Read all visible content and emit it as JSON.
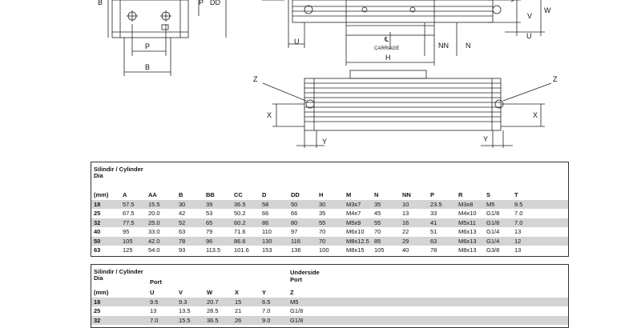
{
  "drawing": {
    "labels": {
      "B": "B",
      "P": "P",
      "DD": "DD",
      "W": "W",
      "V": "V",
      "U": "U",
      "NN": "NN",
      "N": "N",
      "H": "H",
      "Z": "Z",
      "X": "X",
      "Y": "Y",
      "carriage": "CARRIAGE",
      "centerline": "℄"
    }
  },
  "table1": {
    "title_line1": "Silindir / Cylinder",
    "title_line2": "Dia",
    "unit": "(mm)",
    "columns": [
      "A",
      "AA",
      "B",
      "BB",
      "CC",
      "D",
      "DD",
      "H",
      "M",
      "N",
      "NN",
      "P",
      "R",
      "S",
      "T"
    ],
    "rows": [
      {
        "dia": "18",
        "values": [
          "57.5",
          "15.5",
          "30",
          "39",
          "36.5",
          "58",
          "50",
          "30",
          "M3x7",
          "35",
          "10",
          "23.5",
          "M3x8",
          "M5",
          "9.5"
        ]
      },
      {
        "dia": "25",
        "values": [
          "67.5",
          "20.0",
          "42",
          "53",
          "50.2",
          "66",
          "66",
          "35",
          "M4x7",
          "45",
          "13",
          "33",
          "M4x10",
          "G1/8",
          "7.0"
        ]
      },
      {
        "dia": "32",
        "values": [
          "77.5",
          "25.0",
          "52",
          "65",
          "60.2",
          "86",
          "80",
          "55",
          "M5x9",
          "55",
          "16",
          "41",
          "M5x11",
          "G1/8",
          "7.0"
        ]
      },
      {
        "dia": "40",
        "values": [
          "95",
          "33.0",
          "63",
          "79",
          "71.6",
          "110",
          "97",
          "70",
          "M6x10",
          "70",
          "22",
          "51",
          "M6x13",
          "G1/4",
          "13"
        ]
      },
      {
        "dia": "50",
        "values": [
          "105",
          "42.0",
          "78",
          "96",
          "86.6",
          "130",
          "116",
          "70",
          "M8x12.5",
          "85",
          "29",
          "63",
          "M6x13",
          "G1/4",
          "12"
        ]
      },
      {
        "dia": "63",
        "values": [
          "125",
          "54.0",
          "93",
          "113.5",
          "101.6",
          "153",
          "136",
          "100",
          "M8x15",
          "105",
          "40",
          "78",
          "M8x13",
          "G3/8",
          "13"
        ]
      }
    ]
  },
  "table2": {
    "title_line1": "Silindir / Cylinder",
    "title_line2": "Dia",
    "port_label": "Port",
    "underside_line1": "Underside",
    "underside_line2": "Port",
    "unit": "(mm)",
    "columns": [
      "U",
      "V",
      "W",
      "X",
      "Y",
      "Z"
    ],
    "rows": [
      {
        "dia": "18",
        "values": [
          "9.5",
          "9.3",
          "20.7",
          "15",
          "6.5",
          "M5"
        ]
      },
      {
        "dia": "25",
        "values": [
          "13",
          "13.5",
          "28.5",
          "21",
          "7.0",
          "G1/8"
        ]
      },
      {
        "dia": "32",
        "values": [
          "7.0",
          "15.5",
          "36.5",
          "26",
          "9.0",
          "G1/8"
        ]
      }
    ]
  }
}
